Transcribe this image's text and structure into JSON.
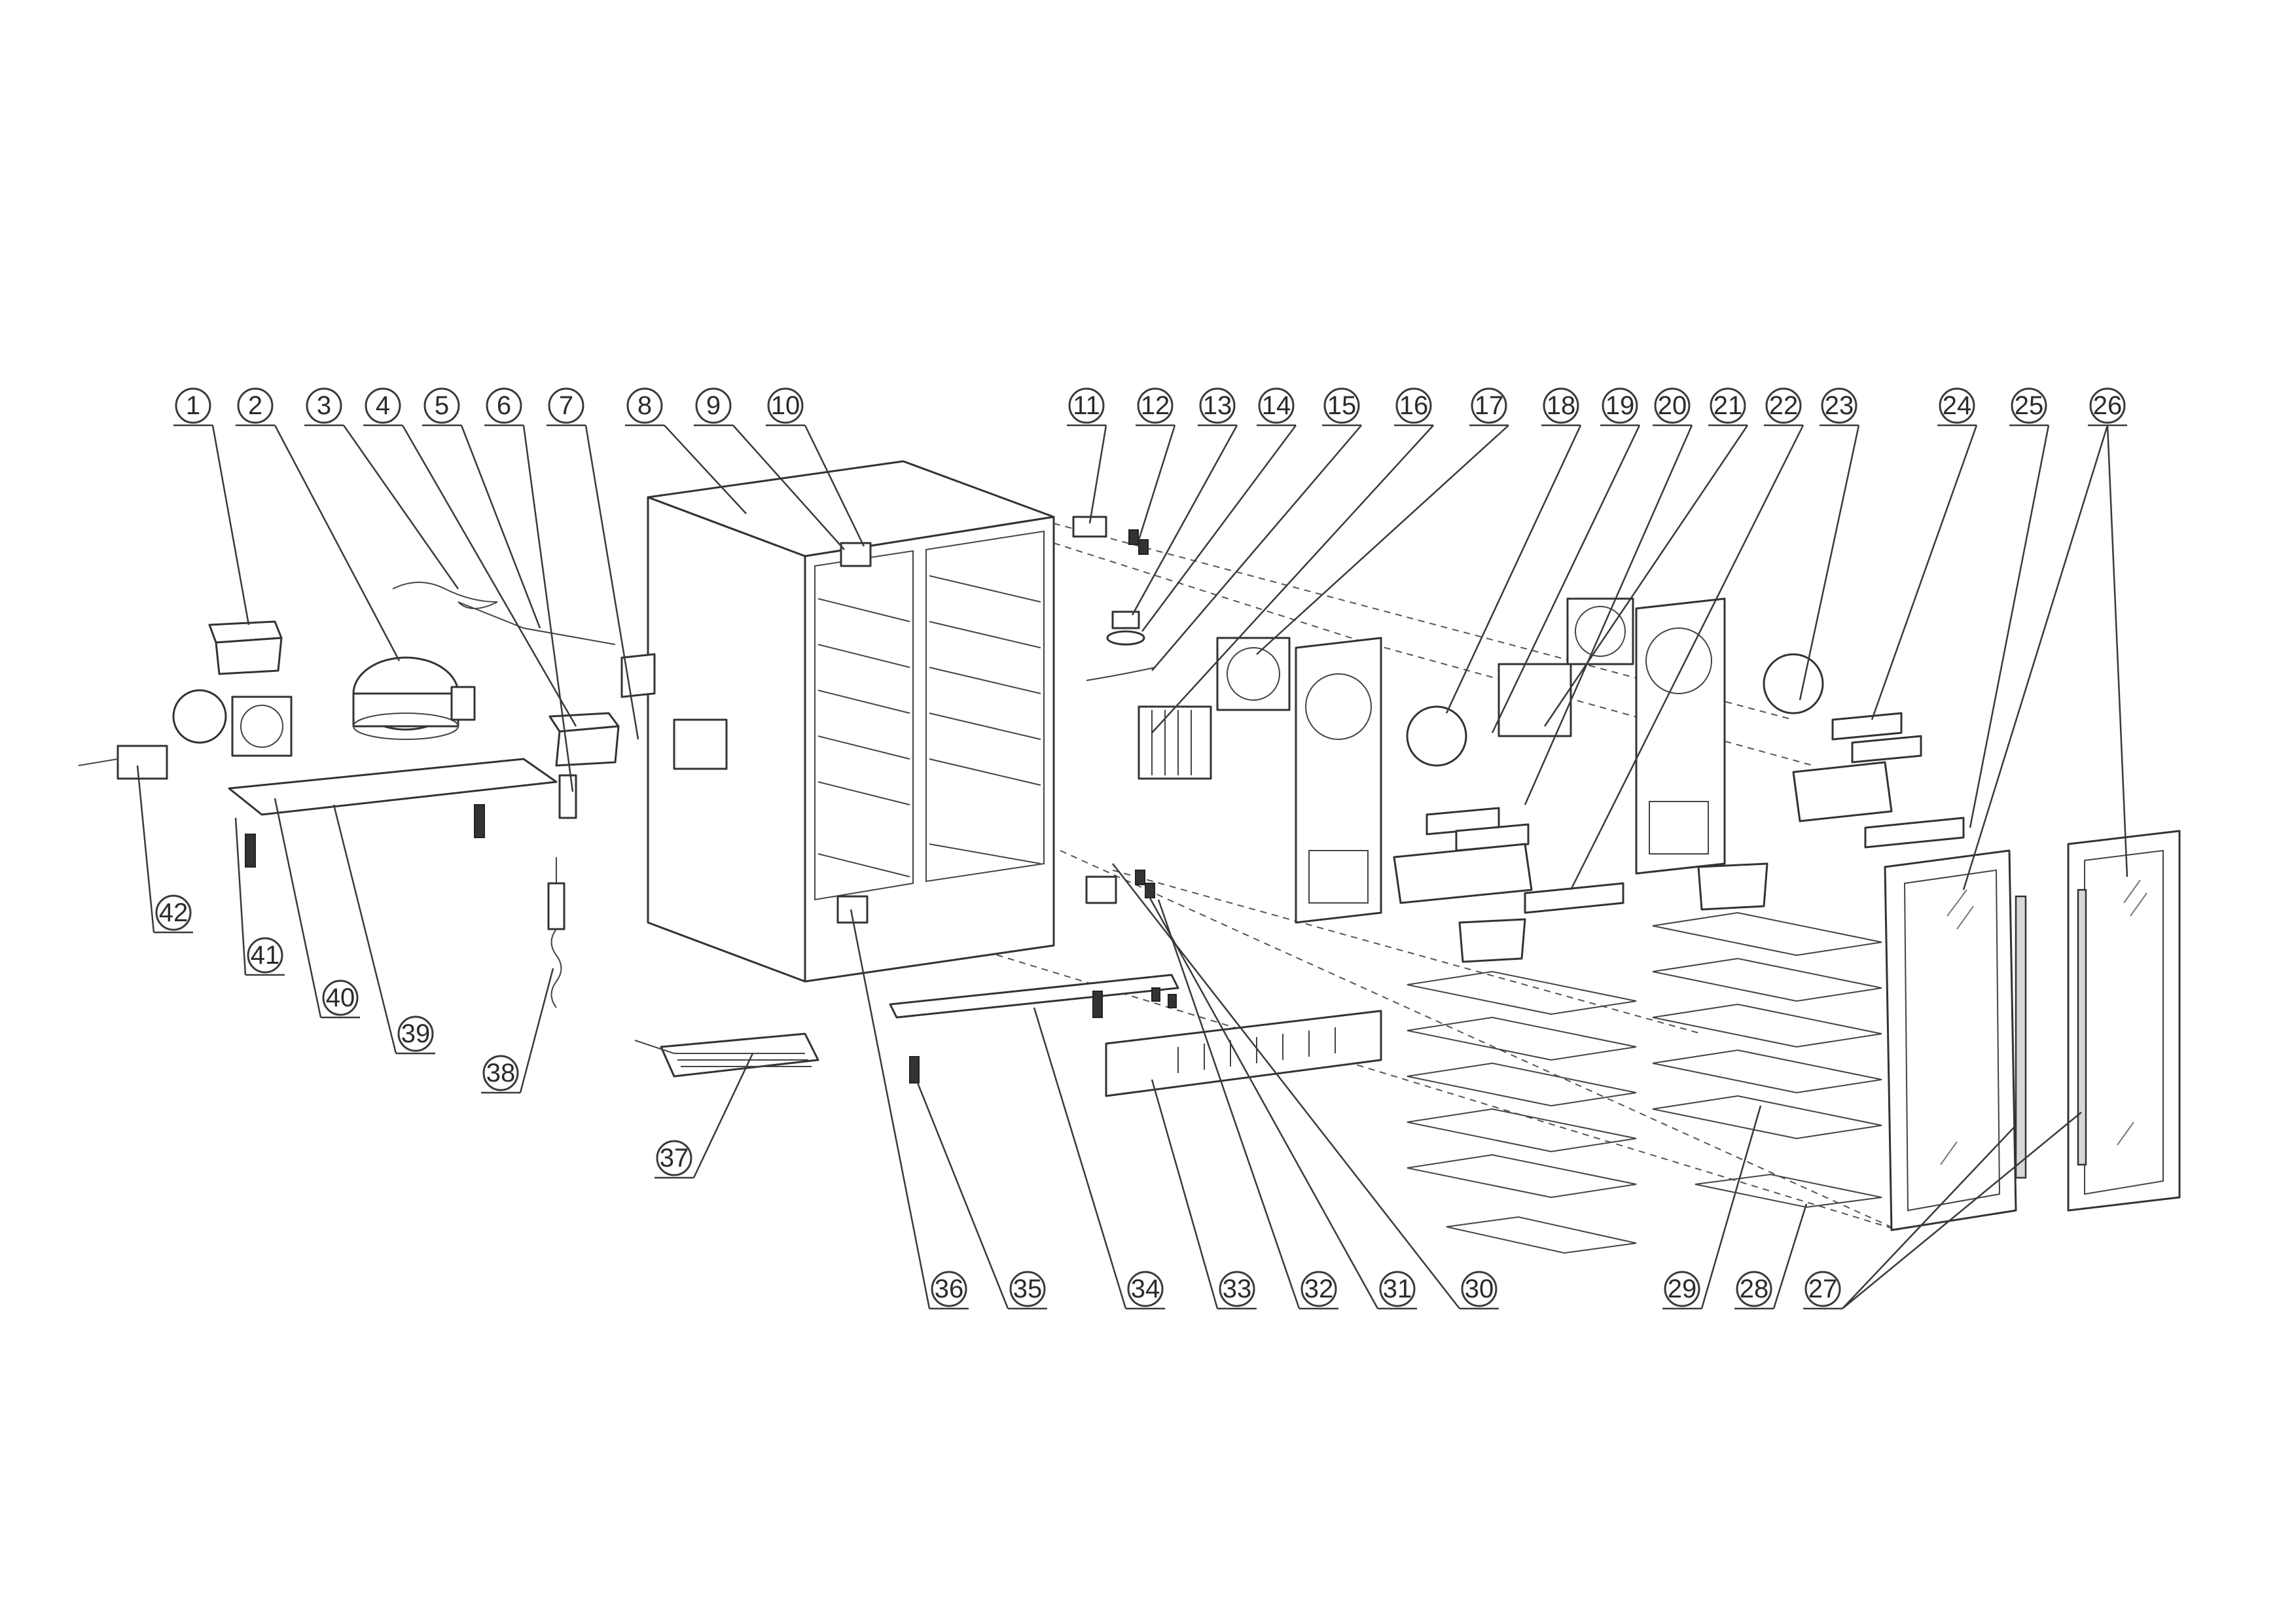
{
  "callouts": [
    {
      "label": "1"
    },
    {
      "label": "2"
    },
    {
      "label": "3"
    },
    {
      "label": "4"
    },
    {
      "label": "5"
    },
    {
      "label": "6"
    },
    {
      "label": "7"
    },
    {
      "label": "8"
    },
    {
      "label": "9"
    },
    {
      "label": "10"
    },
    {
      "label": "11"
    },
    {
      "label": "12"
    },
    {
      "label": "13"
    },
    {
      "label": "14"
    },
    {
      "label": "15"
    },
    {
      "label": "16"
    },
    {
      "label": "17"
    },
    {
      "label": "18"
    },
    {
      "label": "19"
    },
    {
      "label": "20"
    },
    {
      "label": "21"
    },
    {
      "label": "22"
    },
    {
      "label": "23"
    },
    {
      "label": "24"
    },
    {
      "label": "25"
    },
    {
      "label": "26"
    },
    {
      "label": "27"
    },
    {
      "label": "28"
    },
    {
      "label": "29"
    },
    {
      "label": "30"
    },
    {
      "label": "31"
    },
    {
      "label": "32"
    },
    {
      "label": "33"
    },
    {
      "label": "34"
    },
    {
      "label": "35"
    },
    {
      "label": "36"
    },
    {
      "label": "37"
    },
    {
      "label": "38"
    },
    {
      "label": "39"
    },
    {
      "label": "40"
    },
    {
      "label": "41"
    },
    {
      "label": "42"
    }
  ],
  "colors": {
    "line": "#333333",
    "background": "#ffffff",
    "shade": "#d8d8d8"
  }
}
